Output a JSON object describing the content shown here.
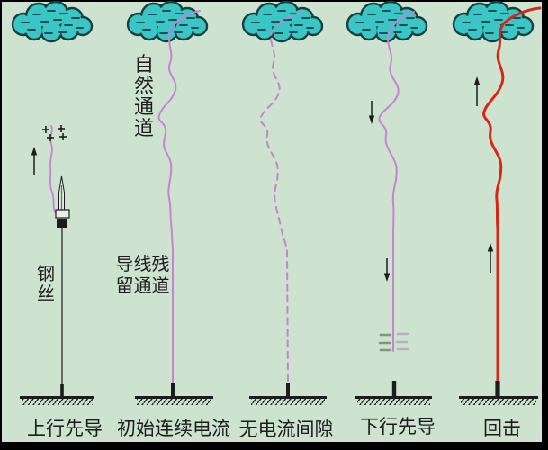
{
  "diagram": {
    "panels": [
      {
        "caption": "上行先导"
      },
      {
        "caption": "初始连续电流"
      },
      {
        "caption": "无电流间隙"
      },
      {
        "caption": "下行先导"
      },
      {
        "caption": "回击"
      }
    ],
    "annotations": {
      "steel_wire": "钢丝",
      "natural_channel": "自然通道",
      "wire_residual_channel": "导线残留通道"
    },
    "colors": {
      "background": "#cde3cf",
      "cloud_fill": "#3ac6c6",
      "cloud_outline": "#173f3c",
      "leader_purple": "#c783d2",
      "return_stroke_red": "#dc2416",
      "ink": "#1c1c1c",
      "gap_dash_left": "#7d997f",
      "gap_dash_right": "#b9aec6"
    }
  }
}
